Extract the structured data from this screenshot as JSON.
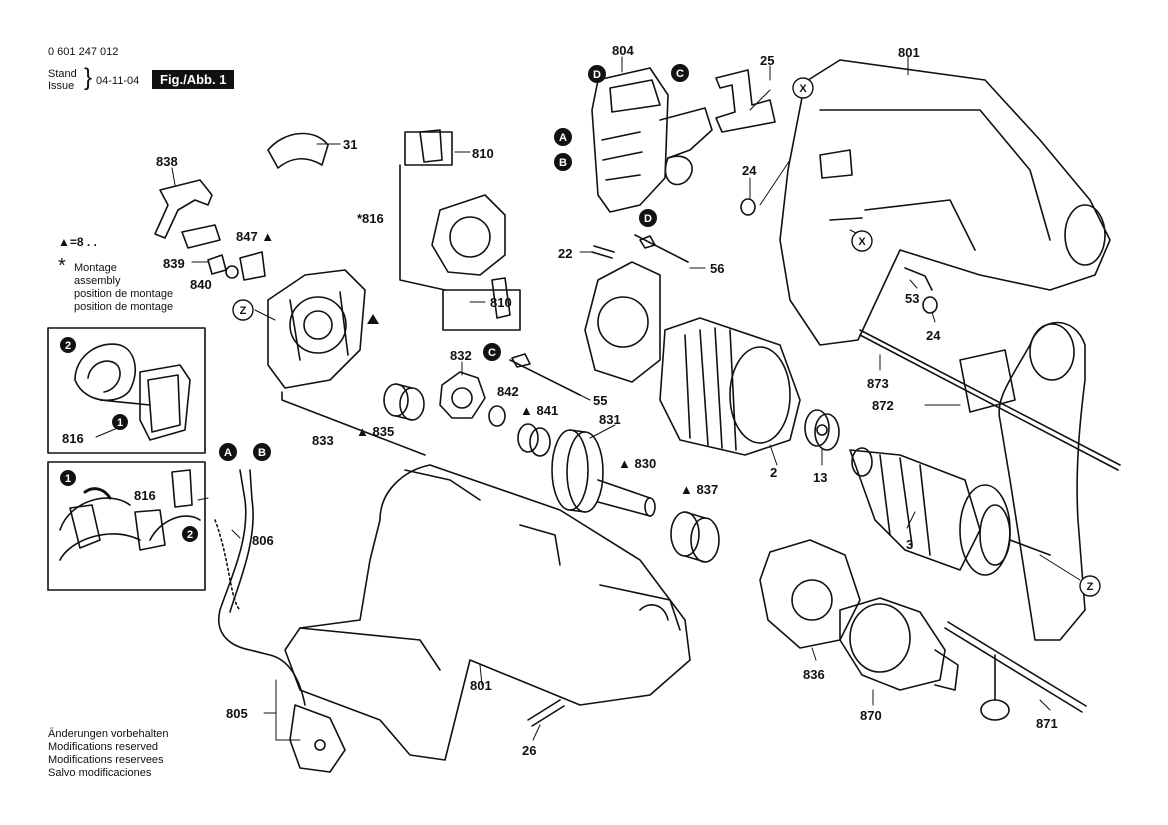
{
  "header": {
    "part_number": "0 601 247 012",
    "stand_line1": "Stand",
    "stand_line2": "Issue",
    "brace": "}",
    "date": "04-11-04",
    "figure": "Fig./Abb. 1"
  },
  "legend": {
    "triangle": "▲=8 . .",
    "asterisk": "*",
    "assembly_lines": [
      "Montage",
      "assembly",
      "position de montage",
      "position de montage"
    ]
  },
  "footer": {
    "lines": [
      "Änderungen vorbehalten",
      "Modifications reserved",
      "Modifications reservees",
      "Salvo modificaciones"
    ]
  },
  "part_labels": {
    "p804": "804",
    "p25": "25",
    "p801a": "801",
    "p31": "31",
    "p838": "838",
    "p810a": "810",
    "p816": "*816",
    "p24a": "24",
    "p22": "22",
    "p56": "56",
    "p847": "847 ▲",
    "p839": "839",
    "p840": "840",
    "p53": "53",
    "p810b": "810",
    "p24b": "24",
    "p832": "832",
    "p873": "873",
    "p842": "842",
    "p841": "▲ 841",
    "p55": "55",
    "p872": "872",
    "p833": "833",
    "p835": "▲ 835",
    "p831": "831",
    "p830": "▲ 830",
    "p2": "2",
    "p13": "13",
    "p837": "▲ 837",
    "p3": "3",
    "p806": "806",
    "p816b": "816",
    "p816c": "816",
    "p836": "836",
    "p801b": "801",
    "p870": "870",
    "p805": "805",
    "p871": "871",
    "p26": "26"
  },
  "callouts": {
    "A": "A",
    "B": "B",
    "C": "C",
    "D": "D",
    "X": "X",
    "Z": "Z",
    "one": "1",
    "two": "2"
  }
}
